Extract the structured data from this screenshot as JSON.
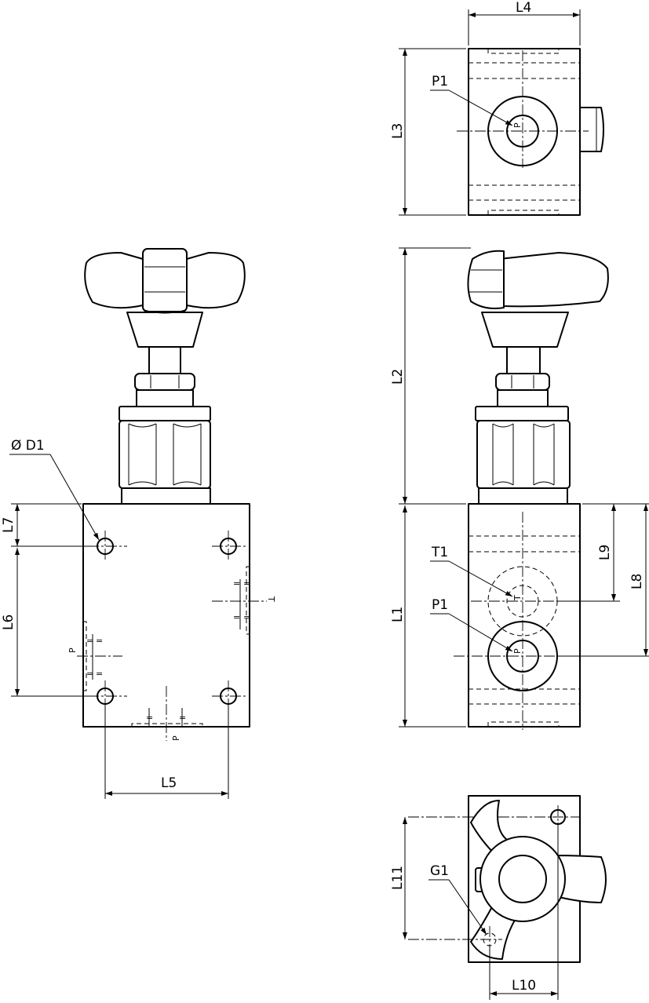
{
  "labels": {
    "L1": "L1",
    "L2": "L2",
    "L3": "L3",
    "L4": "L4",
    "L5": "L5",
    "L6": "L6",
    "L7": "L7",
    "L8": "L8",
    "L9": "L9",
    "L10": "L10",
    "L11": "L11",
    "D1": "Ø D1",
    "P1_top": "P1",
    "P1_side": "P1",
    "T1": "T1",
    "G1": "G1"
  },
  "port_marks": {
    "P": "P",
    "T": "T"
  }
}
